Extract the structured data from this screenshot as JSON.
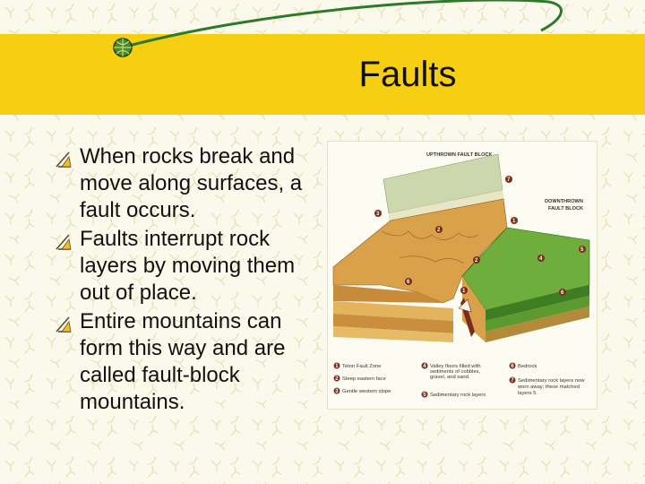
{
  "slide": {
    "title": "Faults",
    "bullets": [
      "When rocks break and move along surfaces, a fault occurs.",
      "Faults interrupt rock layers by moving them out of place.",
      "Entire mountains can form this way and are called fault-block mountains."
    ]
  },
  "diagram": {
    "upthrown_label": "UPTHROWN FAULT BLOCK",
    "downthrown_line1": "DOWNTHROWN",
    "downthrown_line2": "FAULT BLOCK",
    "legend": [
      {
        "num": "1",
        "lines": [
          "Teton Fault Zone"
        ]
      },
      {
        "num": "2",
        "lines": [
          "Steep eastern face"
        ]
      },
      {
        "num": "3",
        "lines": [
          "Gentle western slope"
        ]
      },
      {
        "num": "4",
        "lines": [
          "Valley floors filled with",
          "sediments of cobbles,",
          "gravel, and sand."
        ]
      },
      {
        "num": "5",
        "lines": [
          "Sedimentary rock layers"
        ]
      },
      {
        "num": "6",
        "lines": [
          "Bedrock"
        ]
      },
      {
        "num": "7",
        "lines": [
          "Sedimentary rock layers now",
          "worn away; these matched",
          "layers 5."
        ]
      }
    ]
  },
  "colors": {
    "title_band": "#f7cf12",
    "background": "#fbf9ec",
    "upthrown_top": "#cdd7ae",
    "downthrown_top": "#6fae3c",
    "rock_face": "#d9a24a",
    "marker": "#7a2e1a"
  },
  "icons": {
    "bullet": "pencil-bullet-icon",
    "title_deco": "globe-icon"
  }
}
